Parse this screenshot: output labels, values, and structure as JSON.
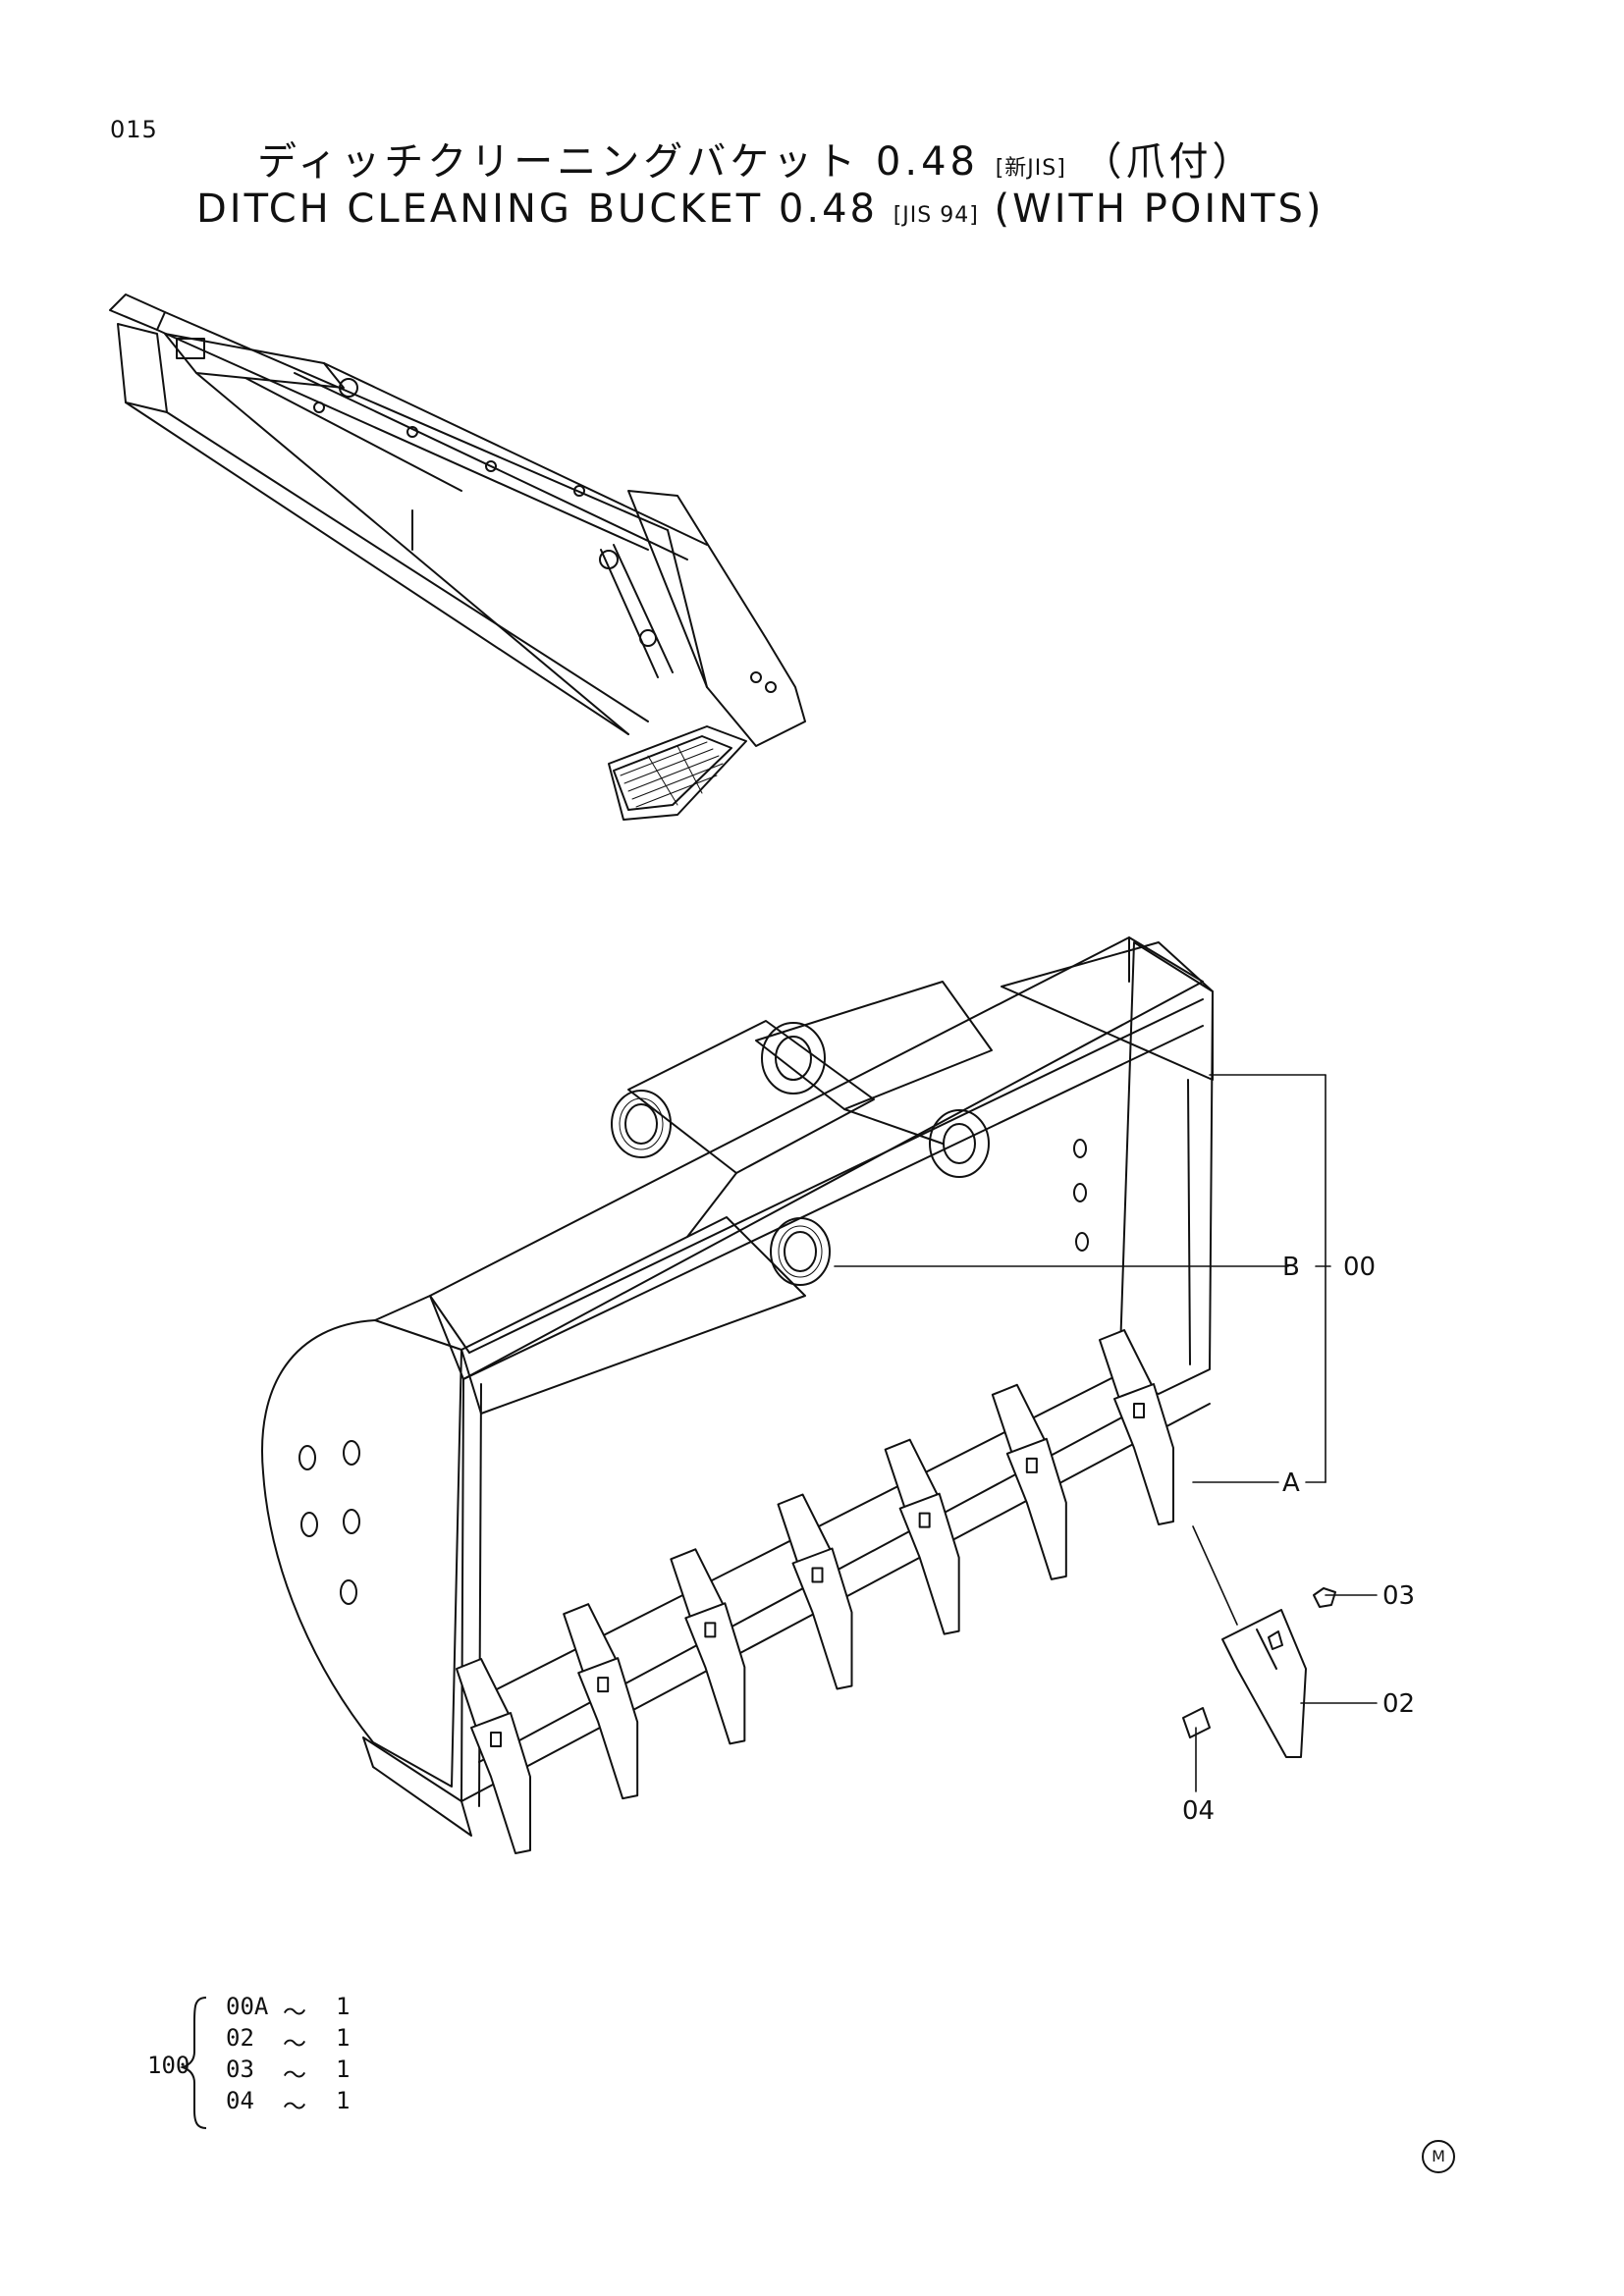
{
  "page": {
    "number": "015"
  },
  "title": {
    "jp_main": "ディッチクリーニングバケット 0.48",
    "jp_std": "[新JIS]",
    "jp_suffix": "（爪付）",
    "en_main": "DITCH CLEANING BUCKET 0.48",
    "en_std": "[JIS 94]",
    "en_suffix": "(WITH POINTS)"
  },
  "callouts": {
    "ref_b": "B",
    "ref_a": "A",
    "part_00": "00",
    "part_02": "02",
    "part_03": "03",
    "part_04": "04"
  },
  "kit": {
    "number": "100",
    "items": [
      {
        "part": "00A",
        "sep": "～",
        "qty": "1"
      },
      {
        "part": "02",
        "sep": "～",
        "qty": "1"
      },
      {
        "part": "03",
        "sep": "～",
        "qty": "1"
      },
      {
        "part": "04",
        "sep": "～",
        "qty": "1"
      }
    ]
  },
  "footer": {
    "mark": "M"
  },
  "bucket_teeth_count": 7,
  "colors": {
    "ink": "#111111",
    "paper": "#ffffff"
  }
}
